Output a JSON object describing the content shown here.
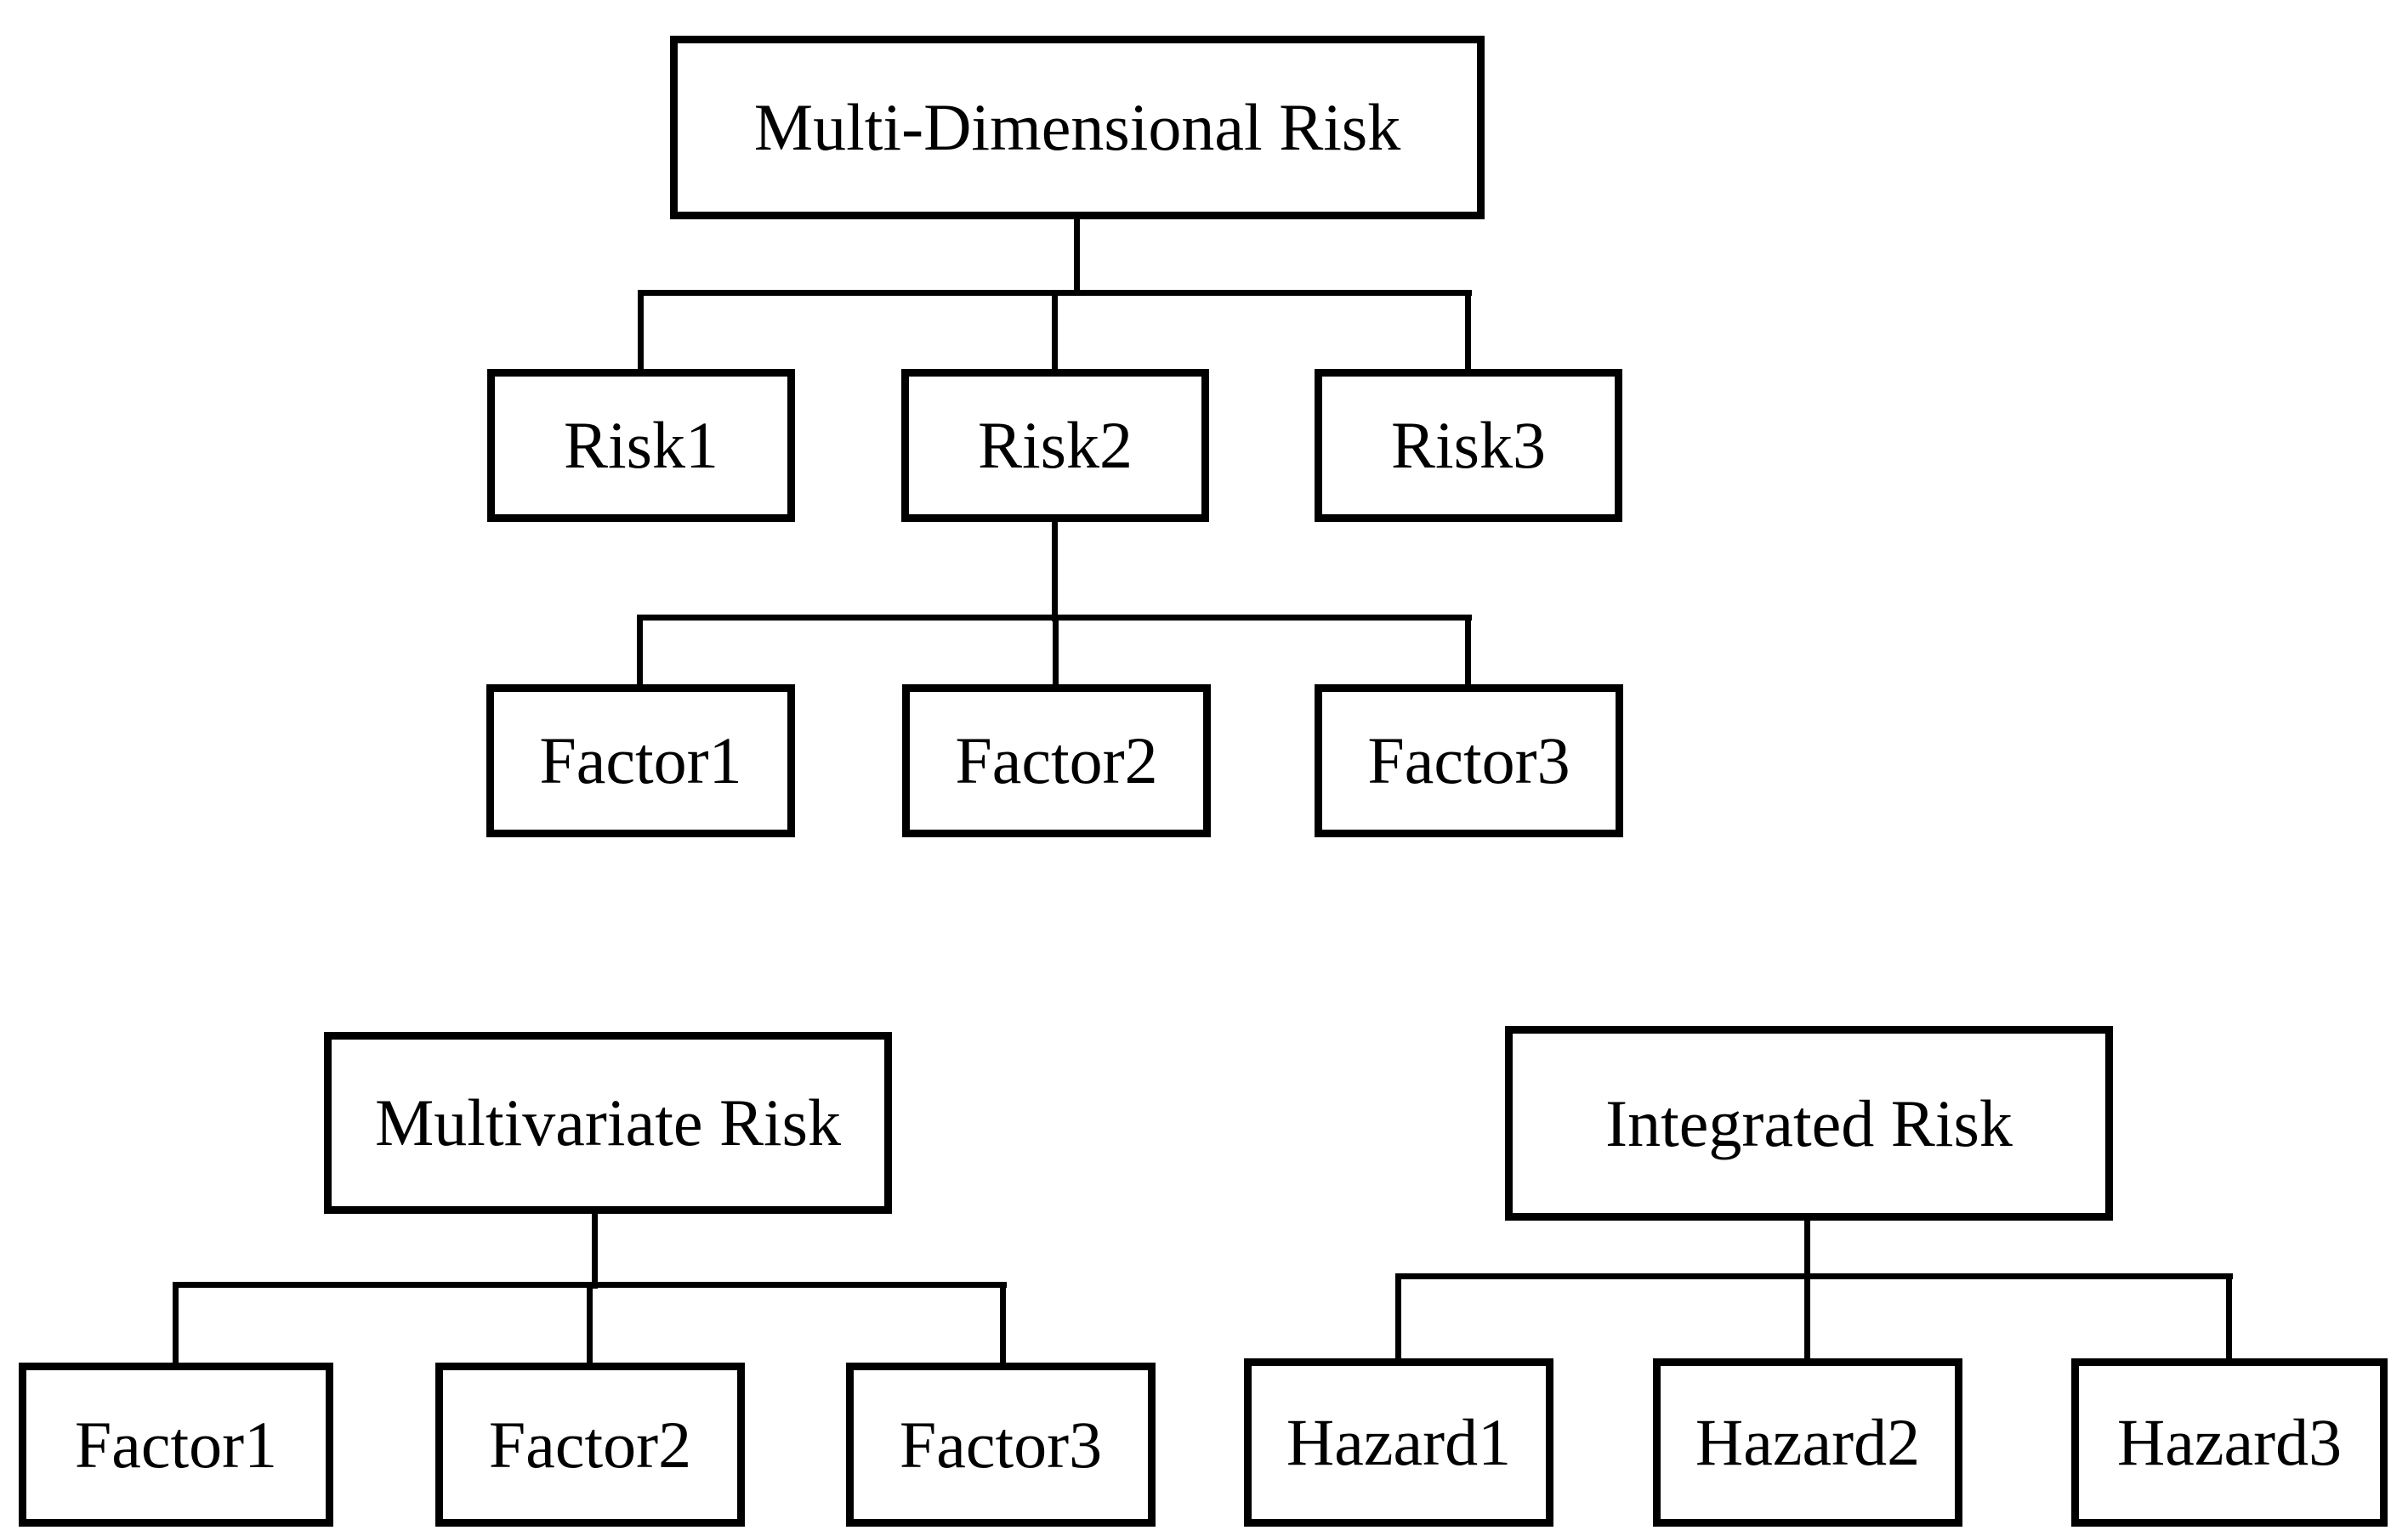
{
  "colors": {
    "background": "#ffffff",
    "line": "#000000",
    "text": "#000000"
  },
  "trees": [
    {
      "id": "multi-dimensional-risk",
      "root": {
        "label": "Multi-Dimensional Risk"
      },
      "children": [
        {
          "label": "Risk1"
        },
        {
          "label": "Risk2"
        },
        {
          "label": "Risk3"
        }
      ],
      "grandchildren_parent": "Risk2",
      "grandchildren": [
        {
          "label": "Factor1"
        },
        {
          "label": "Factor2"
        },
        {
          "label": "Factor3"
        }
      ]
    },
    {
      "id": "multivariate-risk",
      "root": {
        "label": "Multivariate Risk"
      },
      "children": [
        {
          "label": "Factor1"
        },
        {
          "label": "Factor2"
        },
        {
          "label": "Factor3"
        }
      ]
    },
    {
      "id": "integrated-risk",
      "root": {
        "label": "Integrated Risk"
      },
      "children": [
        {
          "label": "Hazard1"
        },
        {
          "label": "Hazard2"
        },
        {
          "label": "Hazard3"
        }
      ]
    }
  ]
}
